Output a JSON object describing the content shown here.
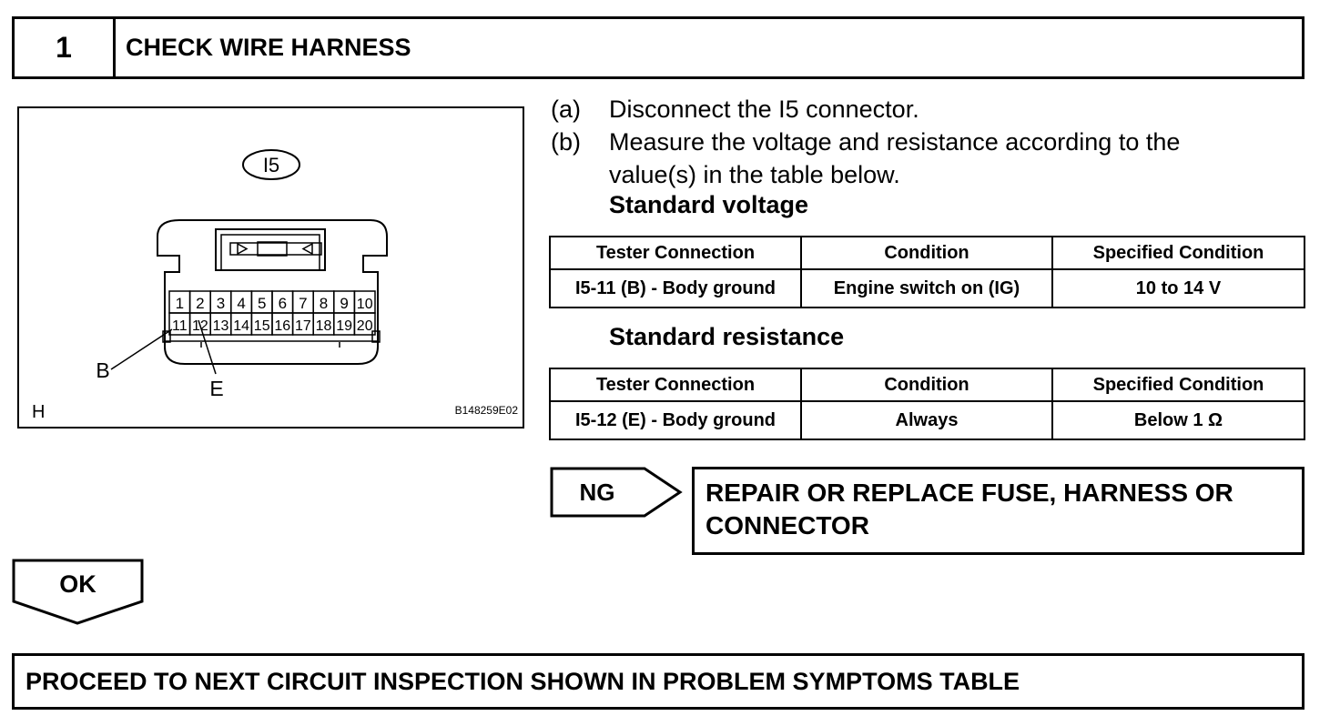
{
  "step": {
    "number": "1",
    "title": "CHECK WIRE HARNESS"
  },
  "figure": {
    "connector_label": "I5",
    "pins_top": [
      "1",
      "2",
      "3",
      "4",
      "5",
      "6",
      "7",
      "8",
      "9",
      "10"
    ],
    "pins_bottom": [
      "11",
      "12",
      "13",
      "14",
      "15",
      "16",
      "17",
      "18",
      "19",
      "20"
    ],
    "callout_b": "B",
    "callout_e": "E",
    "view_letter": "H",
    "figure_code": "B148259E02"
  },
  "instructions": [
    {
      "label": "(a)",
      "text": "Disconnect the I5 connector."
    },
    {
      "label": "(b)",
      "line1": "Measure the voltage and resistance according to the",
      "line2": "value(s) in the table below."
    }
  ],
  "voltage_table": {
    "heading": "Standard voltage",
    "headers": [
      "Tester Connection",
      "Condition",
      "Specified Condition"
    ],
    "rows": [
      [
        "I5-11 (B) - Body ground",
        "Engine switch on (IG)",
        "10 to 14 V"
      ]
    ]
  },
  "resistance_table": {
    "heading": "Standard resistance",
    "headers": [
      "Tester Connection",
      "Condition",
      "Specified Condition"
    ],
    "rows": [
      [
        "I5-12 (E) - Body ground",
        "Always",
        "Below 1 Ω"
      ]
    ]
  },
  "ng": {
    "label": "NG",
    "result_line1": "REPAIR OR REPLACE FUSE, HARNESS OR",
    "result_line2": "CONNECTOR"
  },
  "ok": {
    "label": "OK"
  },
  "final": {
    "text": "PROCEED TO NEXT CIRCUIT INSPECTION SHOWN IN PROBLEM SYMPTOMS TABLE"
  }
}
